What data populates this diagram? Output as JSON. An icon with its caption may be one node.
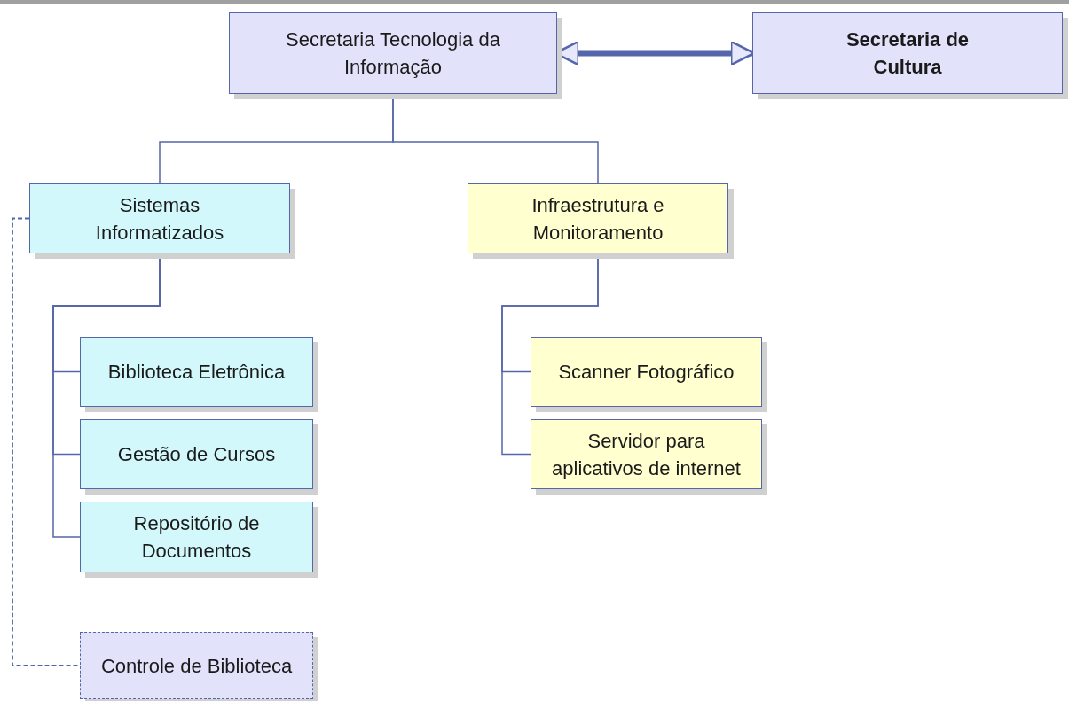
{
  "diagram": {
    "nodes": [
      {
        "text": [
          "Secretaria Tecnologia da Informação"
        ]
      },
      {
        "text": [
          "Secretaria de Cultura"
        ]
      },
      {
        "text": [
          "Sistemas Informatizados"
        ]
      },
      {
        "text": [
          "Infraestrutura e Monitoramento"
        ]
      },
      {
        "text": [
          "Biblioteca Eletrônica"
        ]
      },
      {
        "text": [
          "Gestão de Cursos"
        ]
      },
      {
        "text": [
          "Repositório de Documentos"
        ]
      },
      {
        "text": [
          "Scanner Fotográfico"
        ]
      },
      {
        "text": [
          "Servidor para aplicativos de internet"
        ]
      },
      {
        "text": [
          "Controle de Biblioteca"
        ]
      }
    ],
    "edges": [
      {
        "from": 0,
        "to": 1,
        "arrow": "both",
        "style": "thick"
      },
      {
        "from": 0,
        "to": 2,
        "arrow": "none"
      },
      {
        "from": 0,
        "to": 3,
        "arrow": "none"
      },
      {
        "from": 2,
        "to": 4,
        "arrow": "none"
      },
      {
        "from": 2,
        "to": 5,
        "arrow": "none"
      },
      {
        "from": 2,
        "to": 6,
        "arrow": "none"
      },
      {
        "from": 3,
        "to": 7,
        "arrow": "none"
      },
      {
        "from": 3,
        "to": 8,
        "arrow": "none"
      },
      {
        "from": 2,
        "to": 9,
        "arrow": "none",
        "style": "dashed"
      }
    ]
  }
}
